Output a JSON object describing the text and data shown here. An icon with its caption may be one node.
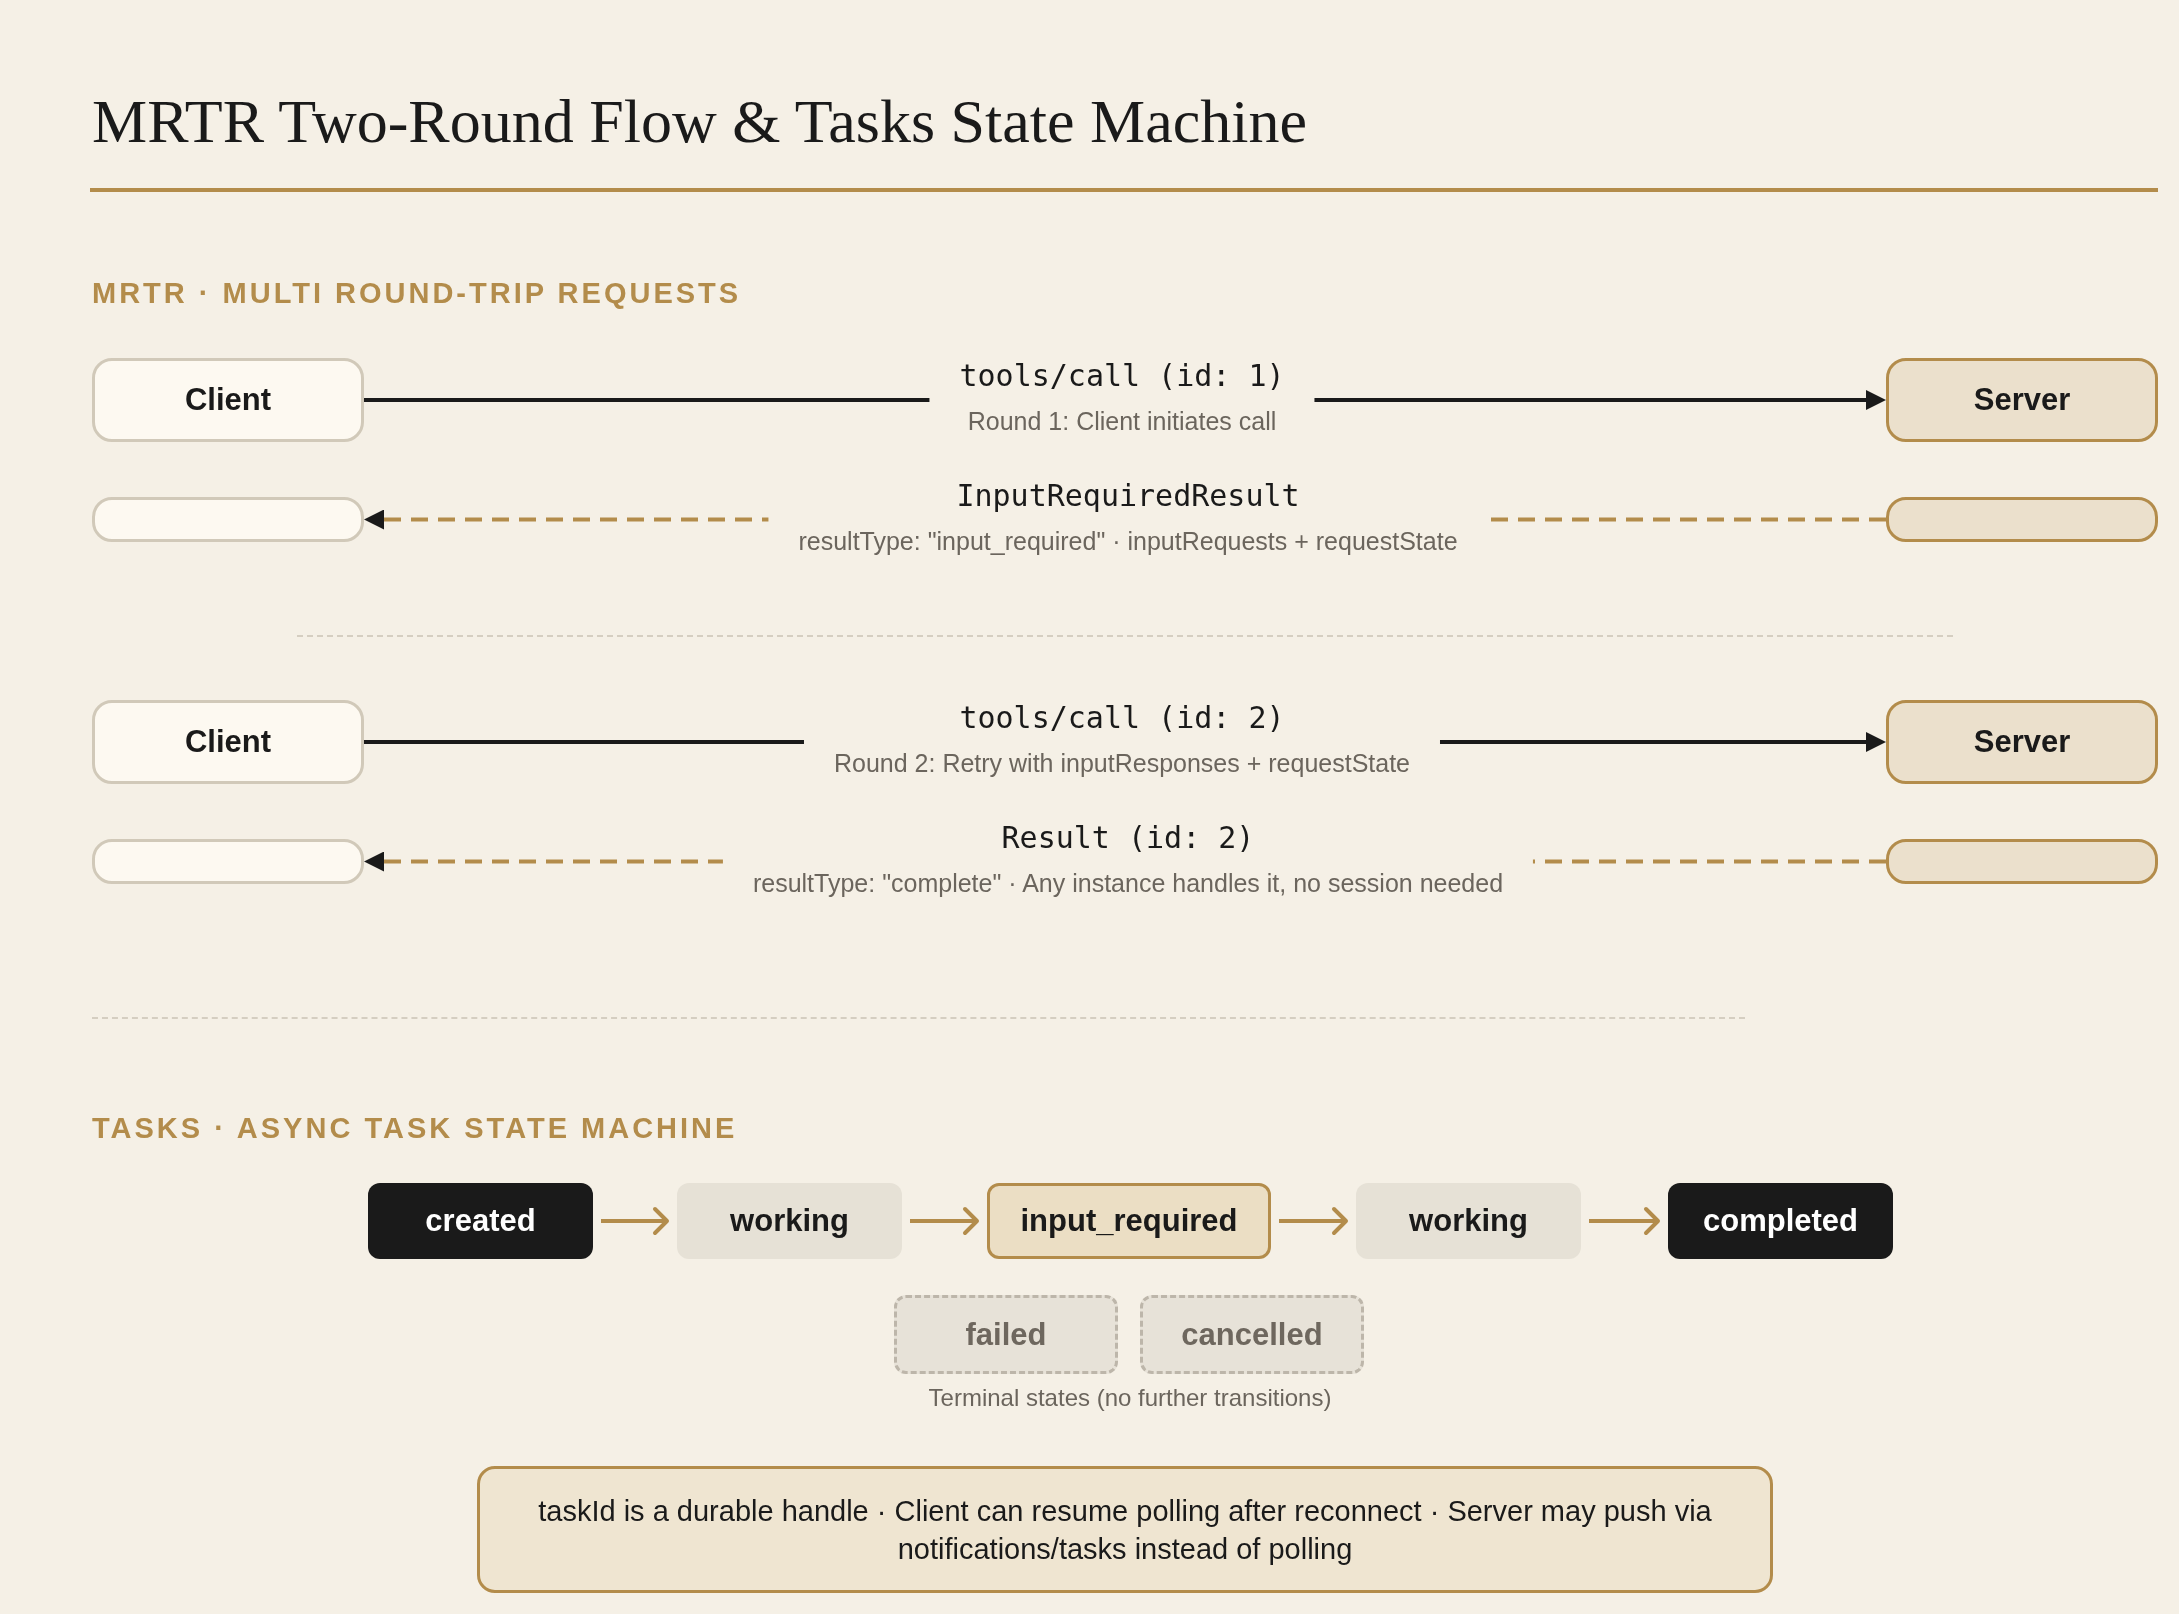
{
  "diagram": {
    "title": "MRTR Two-Round Flow & Tasks State Machine",
    "nodes": [
      {
        "text": [
          "Client"
        ]
      },
      {
        "text": [
          "Server"
        ]
      },
      {
        "text": [],
        "shape": "box"
      },
      {
        "text": [],
        "shape": "box"
      },
      {
        "text": [
          "Client"
        ]
      },
      {
        "text": [
          "Server"
        ]
      },
      {
        "text": [],
        "shape": "box"
      },
      {
        "text": [],
        "shape": "box"
      },
      {
        "text": [
          "created"
        ]
      },
      {
        "text": [
          "working"
        ]
      },
      {
        "text": [
          "input_required"
        ]
      },
      {
        "text": [
          "working"
        ]
      },
      {
        "text": [
          "completed"
        ]
      },
      {
        "text": [
          "failed"
        ]
      },
      {
        "text": [
          "cancelled"
        ]
      },
      {
        "text": [
          "taskId is a durable handle · Client can resume polling after reconnect · Server may push via notifications/tasks instead of polling"
        ]
      }
    ],
    "edges": [
      {
        "from": 0,
        "to": 1,
        "arrow": "to",
        "label": "tools/call (id: 1)",
        "color": "#1a1a1a"
      },
      {
        "from": 3,
        "to": 2,
        "arrow": "to",
        "label": "InputRequiredResult",
        "style": "dashed"
      },
      {
        "from": 4,
        "to": 5,
        "arrow": "to",
        "label": "tools/call (id: 2)",
        "color": "#1a1a1a"
      },
      {
        "from": 7,
        "to": 6,
        "arrow": "to",
        "label": "Result (id: 2)",
        "style": "dashed"
      },
      {
        "from": 8,
        "to": 9,
        "arrow": "to"
      },
      {
        "from": 9,
        "to": 10,
        "arrow": "to"
      },
      {
        "from": 10,
        "to": 11,
        "arrow": "to"
      },
      {
        "from": 11,
        "to": 12,
        "arrow": "to"
      }
    ],
    "labels": [
      "MRTR · MULTI ROUND-TRIP REQUESTS",
      "Round 1: Client initiates call",
      "resultType: \"input_required\" · inputRequests + requestState",
      "Round 2: Retry with inputResponses + requestState",
      "resultType: \"complete\" · Any instance handles it, no session needed",
      "TASKS · ASYNC TASK STATE MACHINE",
      "Terminal states (no further transitions)"
    ]
  }
}
